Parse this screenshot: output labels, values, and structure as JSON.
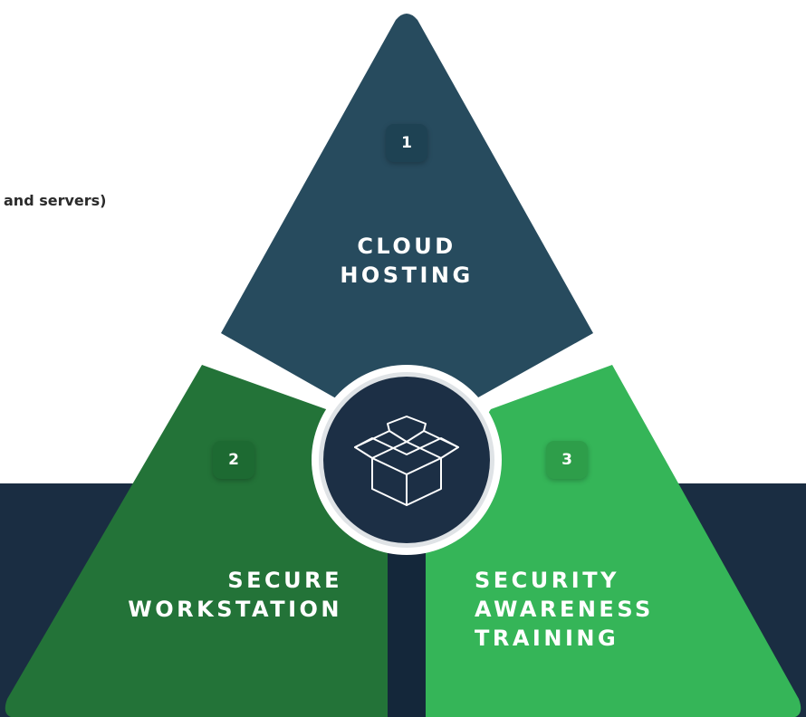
{
  "partial_text": "and servers)",
  "segments": [
    {
      "number": "1",
      "lines": [
        "CLOUD",
        "HOSTING"
      ],
      "color": "#274b5e"
    },
    {
      "number": "2",
      "lines": [
        "SECURE",
        "WORKSTATION"
      ],
      "color": "#237338"
    },
    {
      "number": "3",
      "lines": [
        "SECURITY",
        "AWARENESS",
        "TRAINING"
      ],
      "color": "#35b558"
    }
  ],
  "center_icon": "open-box-icon",
  "colors": {
    "background_band": "#1a2d42",
    "center_circle": "#1c2f45",
    "center_ring": "#ffffff"
  }
}
